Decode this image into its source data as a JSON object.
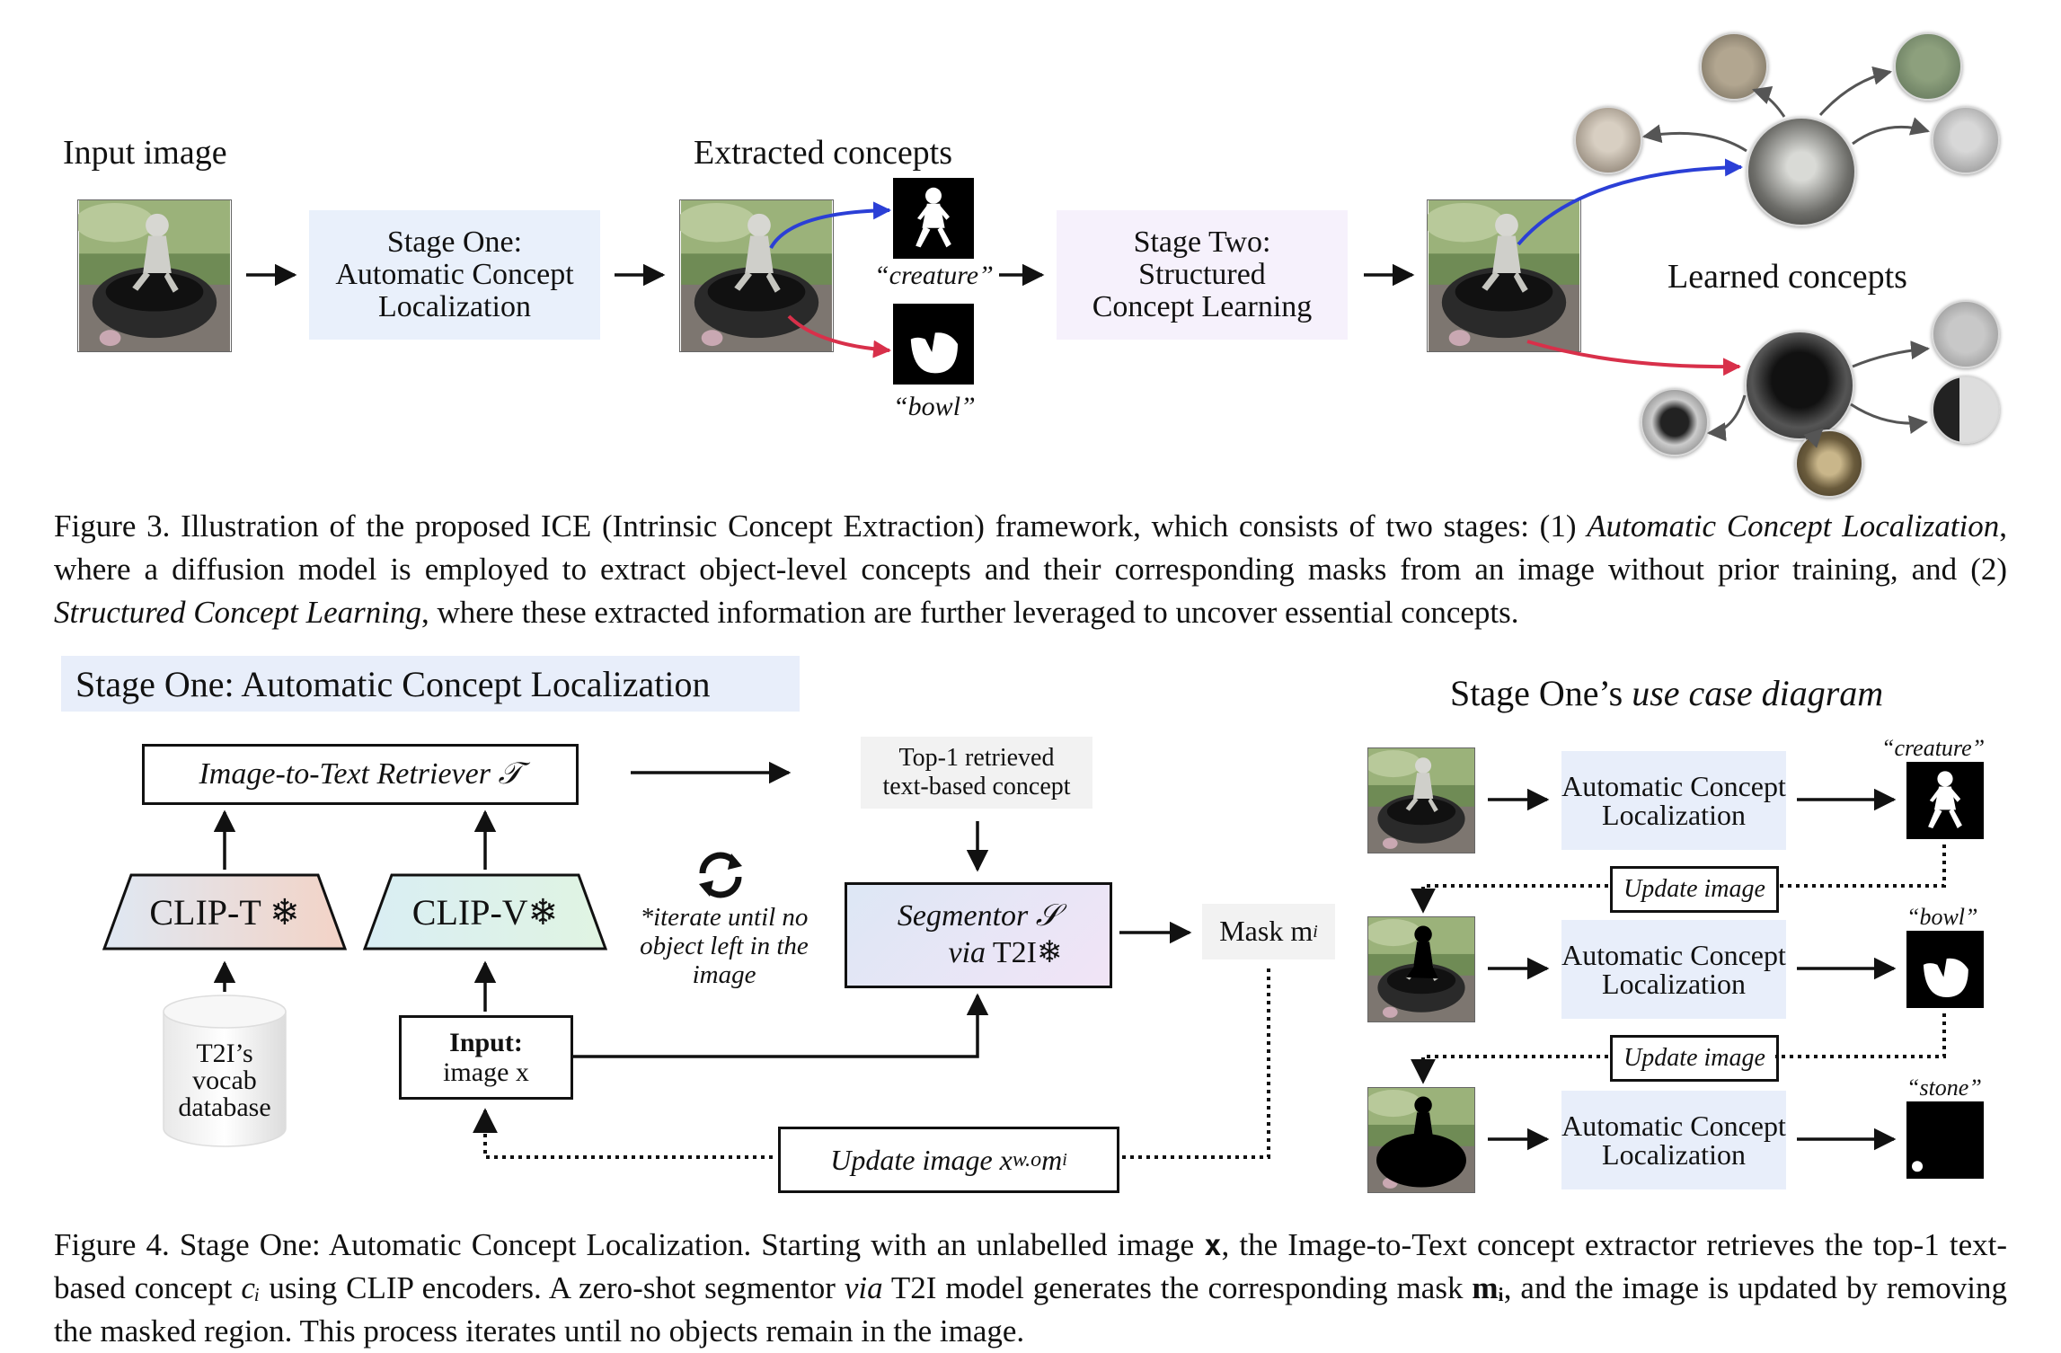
{
  "fig3": {
    "input_label": "Input image",
    "stage_one": [
      "Stage One:",
      "Automatic Concept",
      "Localization"
    ],
    "extracted_label": "Extracted concepts",
    "creature_label": "“creature”",
    "bowl_label": "“bowl”",
    "stage_two": [
      "Stage Two:",
      "Structured",
      "Concept Learning"
    ],
    "learned_label": "Learned concepts",
    "caption": {
      "p1": "Figure 3. Illustration of the proposed ICE (Intrinsic Concept Extraction) framework, which consists of two stages: (1) ",
      "i1": "Automatic Concept Localization",
      "p2": ", where a diffusion model is employed to extract object-level concepts and their corresponding masks from an image without prior training, and (2) ",
      "i2": "Structured Concept Learning",
      "p3": ", where these extracted information are further leveraged to uncover essential concepts."
    }
  },
  "fig4": {
    "title": "Stage One: Automatic Concept Localization",
    "retriever_label": "Image-to-Text Retriever 𝒯",
    "clip_t": "CLIP-T ❄",
    "clip_v": "CLIP-V❄",
    "vocab": [
      "T2I’s",
      "vocab",
      "database"
    ],
    "input_bold": "Input:",
    "input_sub": "image x",
    "top1": [
      "Top-1 retrieved",
      "text-based concept"
    ],
    "segmentor_1": "Segmentor 𝒮",
    "segmentor_2_it": "via",
    "segmentor_2": " T2I❄",
    "iterate": [
      "*iterate until no",
      "object left in the",
      "image"
    ],
    "mask_label": "Mask m",
    "mask_sub": "i",
    "update_main": "Update image x",
    "update_wo": " w.o ",
    "update_m": "m",
    "update_sub": "i",
    "usecase_title": "Stage One’s ",
    "usecase_title_it": "use case diagram",
    "acl": [
      "Automatic Concept",
      "Localization"
    ],
    "update_image": "Update image",
    "concept_creature": "“creature”",
    "concept_bowl": "“bowl”",
    "concept_stone": "“stone”",
    "caption": {
      "p1": "Figure 4. Stage One: Automatic Concept Localization. Starting with an unlabelled image ",
      "x": "x",
      "p2": ", the Image-to-Text concept extractor retrieves the top-1 text-based concept ",
      "ci": "cᵢ",
      "p3": " using CLIP encoders. A zero-shot segmentor ",
      "via": "via",
      "p4": " T2I model generates the corresponding mask ",
      "mi": "mᵢ",
      "p5": ", and the image is updated by removing the masked region. This process iterates until no objects remain in the image."
    }
  },
  "colors": {
    "blue_arrow": "#2b3fd6",
    "red_arrow": "#d8304a",
    "stage_blue": "#e9f0fb",
    "stage_purple": "#f6f1fc"
  }
}
